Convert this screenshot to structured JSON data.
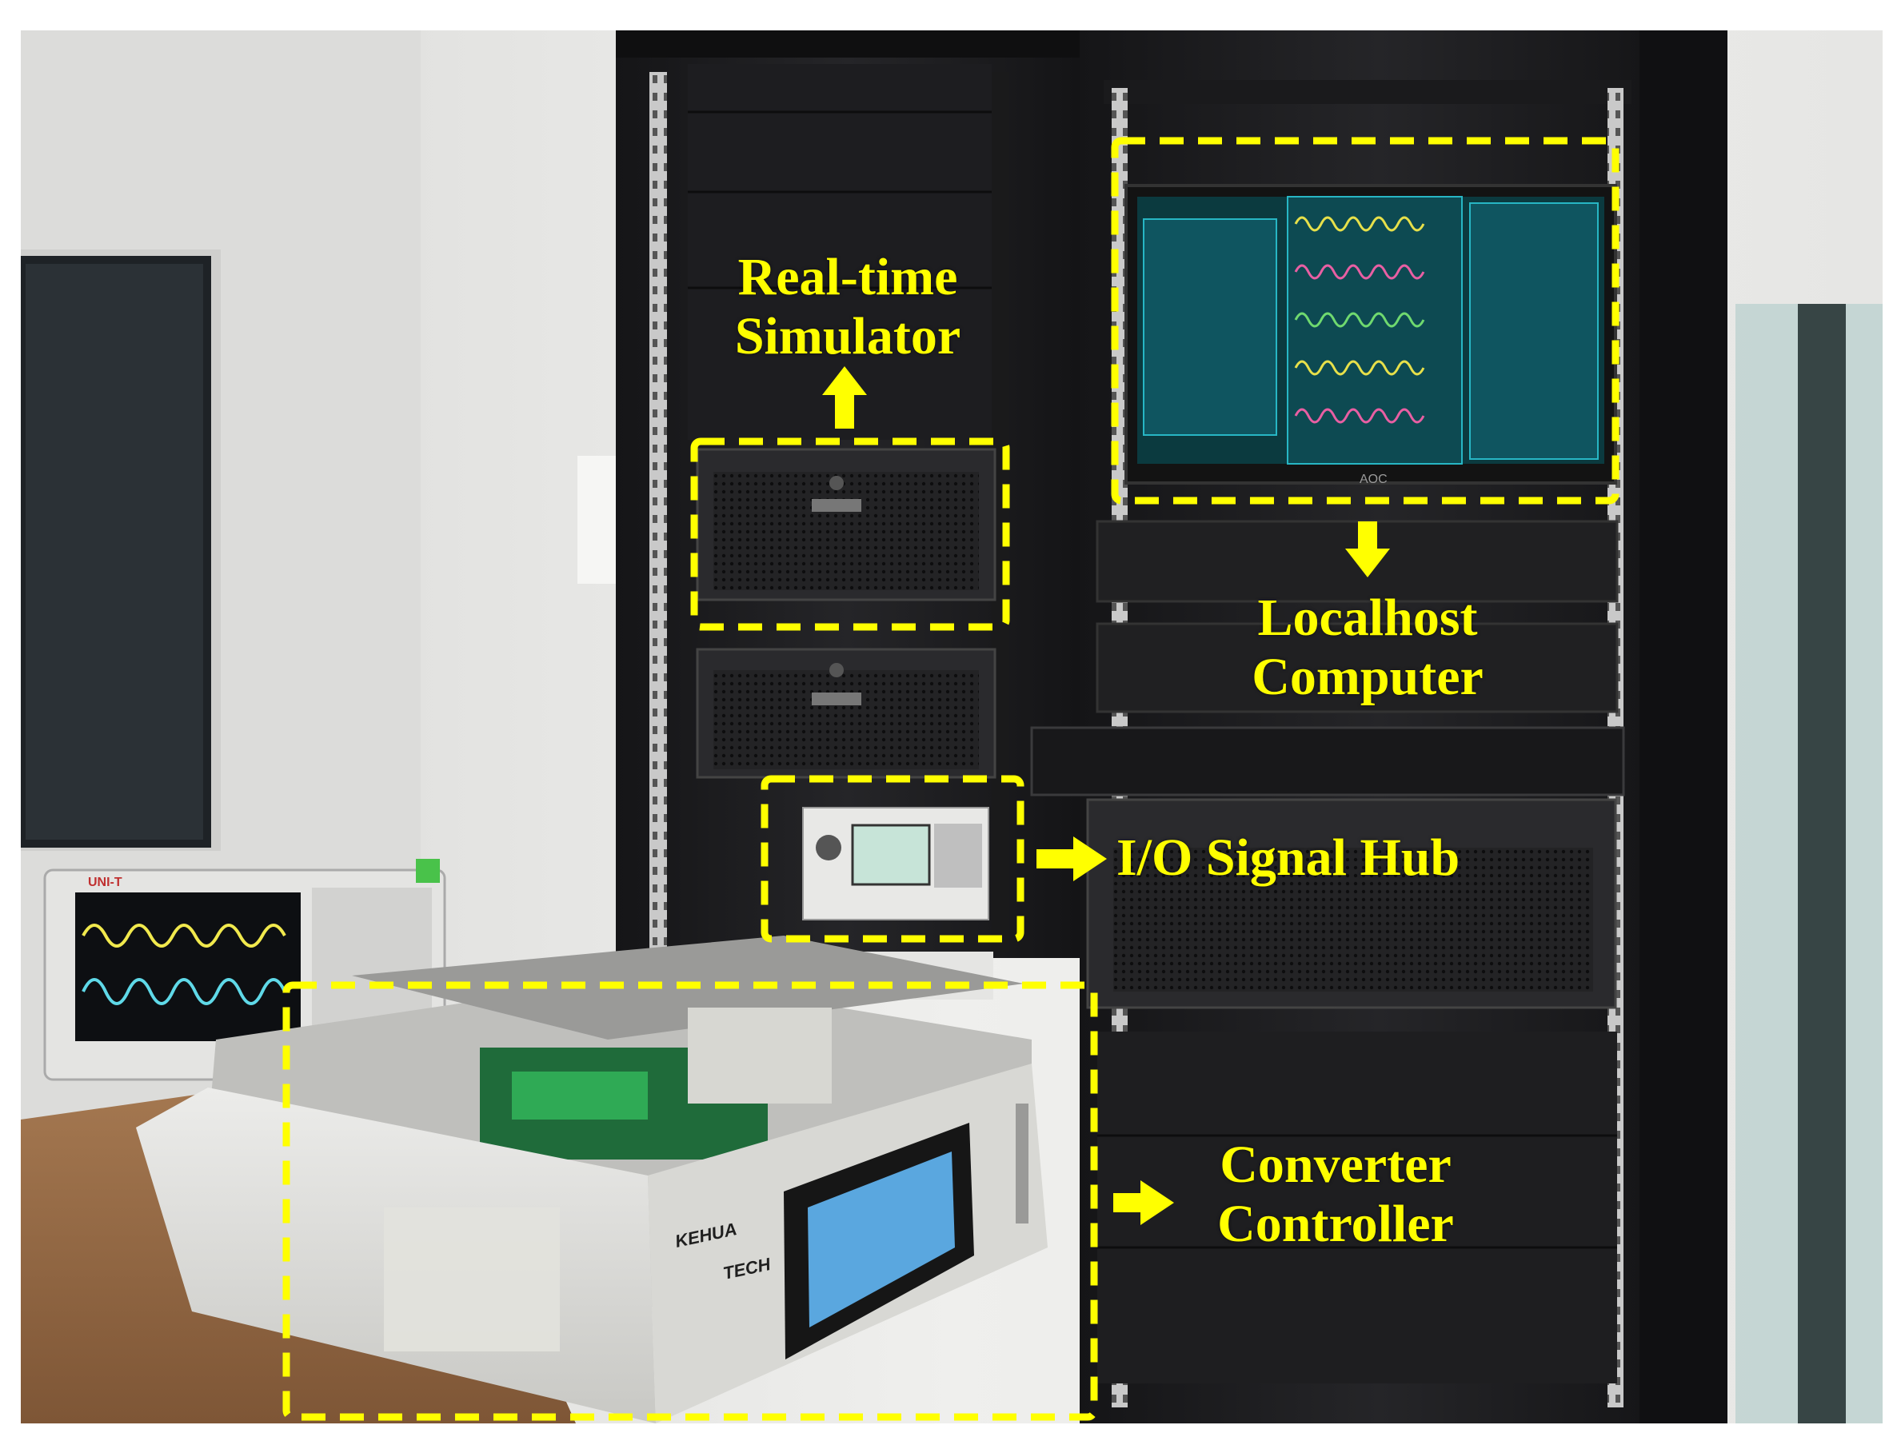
{
  "labels": {
    "simulator": {
      "line1": "Real-time",
      "line2": "Simulator"
    },
    "localhost": {
      "line1": "Localhost",
      "line2": "Computer"
    },
    "io_hub": {
      "line1": "I/O Signal Hub"
    },
    "converter": {
      "line1": "Converter",
      "line2": "Controller"
    }
  },
  "device_text": {
    "monitor_brand": "AOC",
    "controller_brand_line1": "KEHUA",
    "controller_brand_line2": "TECH",
    "oscilloscope_brand": "UNI-T"
  },
  "colors": {
    "annotation": "#ffff00",
    "wall": "#e9e9e7",
    "cabinet": "#1c1c1e",
    "screen": "#0b3a3f",
    "chassis": "#dcdcd8"
  }
}
